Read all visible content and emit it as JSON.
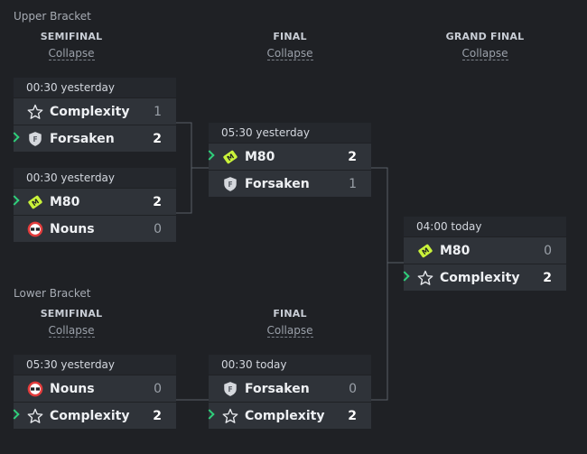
{
  "upper": {
    "label": "Upper Bracket",
    "semi_title": "SEMIFINAL",
    "final_title": "FINAL",
    "grand_title": "GRAND FINAL",
    "collapse": "Collapse",
    "matches": [
      {
        "time": "00:30 yesterday",
        "teams": [
          {
            "name": "Complexity",
            "score": "1"
          },
          {
            "name": "Forsaken",
            "score": "2"
          }
        ]
      },
      {
        "time": "00:30 yesterday",
        "teams": [
          {
            "name": "M80",
            "score": "2"
          },
          {
            "name": "Nouns",
            "score": "0"
          }
        ]
      },
      {
        "time": "05:30 yesterday",
        "teams": [
          {
            "name": "M80",
            "score": "2"
          },
          {
            "name": "Forsaken",
            "score": "1"
          }
        ]
      }
    ]
  },
  "grand": {
    "time": "04:00 today",
    "teams": [
      {
        "name": "M80",
        "score": "0"
      },
      {
        "name": "Complexity",
        "score": "2"
      }
    ]
  },
  "lower": {
    "label": "Lower Bracket",
    "semi_title": "SEMIFINAL",
    "final_title": "FINAL",
    "collapse": "Collapse",
    "matches": [
      {
        "time": "05:30 yesterday",
        "teams": [
          {
            "name": "Nouns",
            "score": "0"
          },
          {
            "name": "Complexity",
            "score": "2"
          }
        ]
      },
      {
        "time": "00:30 today",
        "teams": [
          {
            "name": "Forsaken",
            "score": "0"
          },
          {
            "name": "Complexity",
            "score": "2"
          }
        ]
      }
    ]
  },
  "icons": {
    "Complexity": "star-icon",
    "Forsaken": "forsaken-shield-icon",
    "M80": "m80-logo-icon",
    "Nouns": "nouns-logo-icon",
    "winner": "chevron-right-icon"
  },
  "colors": {
    "background": "#1f2125",
    "row": "#2f3339",
    "header": "#25282d",
    "winner_accent": "#2fd07a",
    "line": "#5a5f67"
  }
}
